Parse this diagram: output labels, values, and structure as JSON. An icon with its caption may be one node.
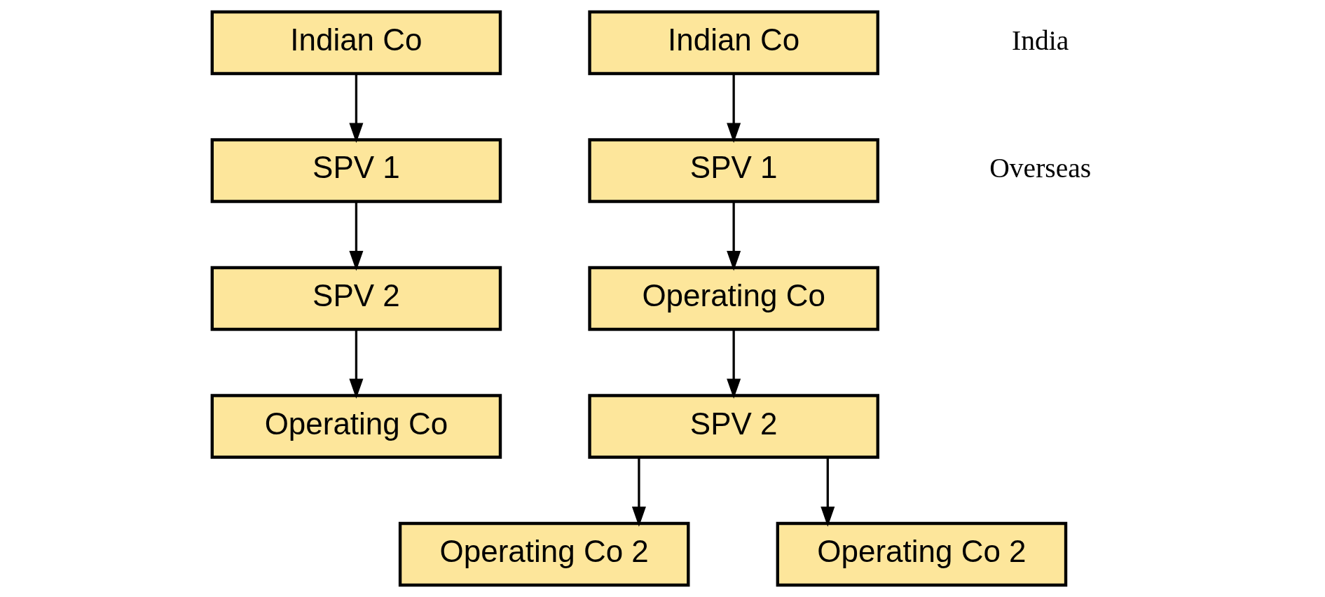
{
  "diagram": {
    "nodes": [
      {
        "text": [
          "Indian Co"
        ]
      },
      {
        "text": [
          "SPV 1"
        ]
      },
      {
        "text": [
          "SPV 2"
        ]
      },
      {
        "text": [
          "Operating Co"
        ]
      },
      {
        "text": [
          "Indian Co"
        ]
      },
      {
        "text": [
          "SPV 1"
        ]
      },
      {
        "text": [
          "Operating Co"
        ]
      },
      {
        "text": [
          "SPV 2"
        ]
      },
      {
        "text": [
          "Operating Co 2"
        ]
      },
      {
        "text": [
          "Operating Co 2"
        ]
      }
    ],
    "edges": [
      {
        "from": 0,
        "to": 1,
        "arrow": "to"
      },
      {
        "from": 1,
        "to": 2,
        "arrow": "to"
      },
      {
        "from": 2,
        "to": 3,
        "arrow": "to"
      },
      {
        "from": 4,
        "to": 5,
        "arrow": "to"
      },
      {
        "from": 5,
        "to": 6,
        "arrow": "to"
      },
      {
        "from": 6,
        "to": 7,
        "arrow": "to"
      },
      {
        "from": 7,
        "to": 8,
        "arrow": "to"
      },
      {
        "from": 7,
        "to": 9,
        "arrow": "to"
      }
    ],
    "labels": [
      "India",
      "Overseas"
    ]
  }
}
